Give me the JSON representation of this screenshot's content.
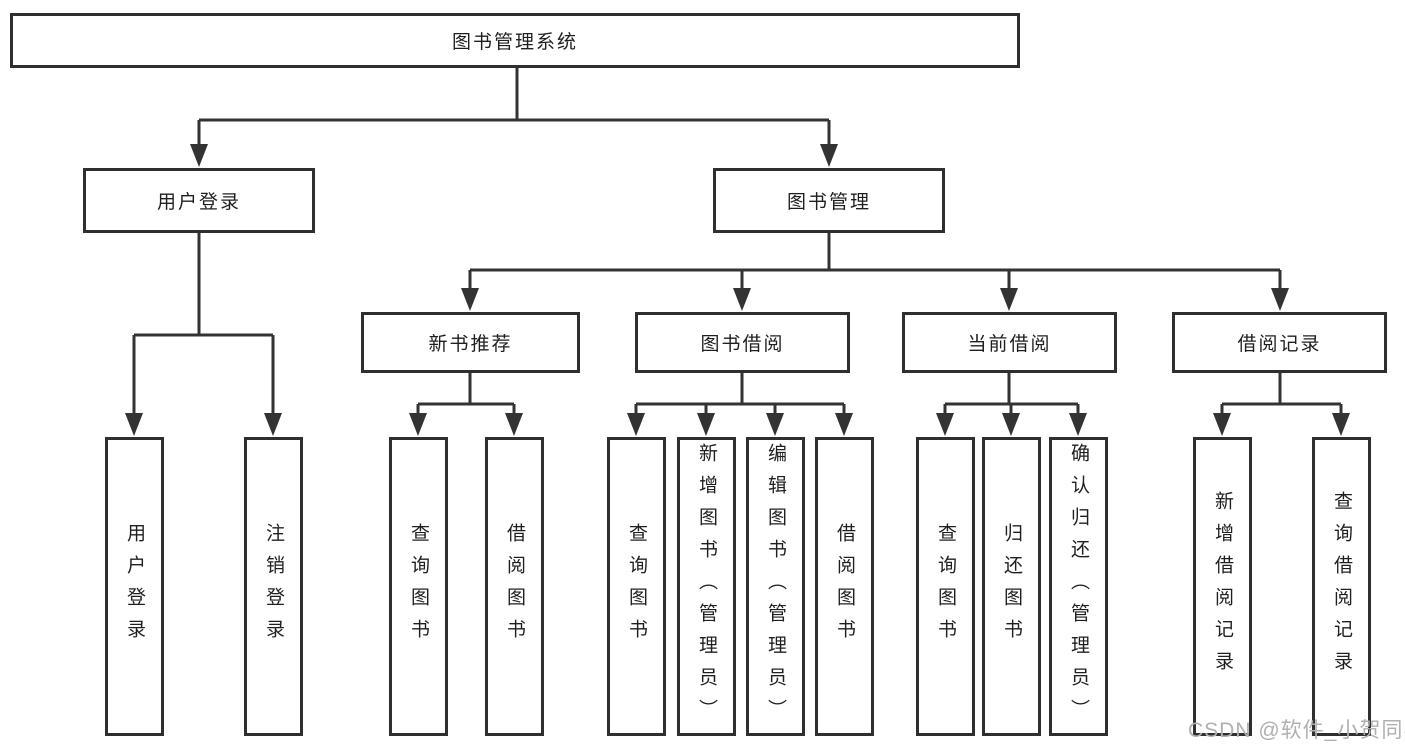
{
  "root": {
    "label": "图书管理系统"
  },
  "user_login": {
    "label": "用户登录",
    "children": [
      "用户登录",
      "注销登录"
    ]
  },
  "book_mgmt": {
    "label": "图书管理"
  },
  "new_book_rec": {
    "label": "新书推荐",
    "children": [
      "查询图书",
      "借阅图书"
    ]
  },
  "book_borrow": {
    "label": "图书借阅",
    "children": [
      "查询图书",
      "新增图书（管理员）",
      "编辑图书（管理员）",
      "借阅图书"
    ]
  },
  "current_borrow": {
    "label": "当前借阅",
    "children": [
      "查询图书",
      "归还图书",
      "确认归还（管理员）"
    ]
  },
  "borrow_records": {
    "label": "借阅记录",
    "children": [
      "新增借阅记录",
      "查询借阅记录"
    ]
  },
  "watermark": {
    "text": "CSDN @软件_小贺同学"
  },
  "colors": {
    "line": "#333333",
    "border": "#2f2f2f",
    "text": "#1f1f1f",
    "watermark": "#b0b0b0",
    "background": "#ffffff"
  }
}
